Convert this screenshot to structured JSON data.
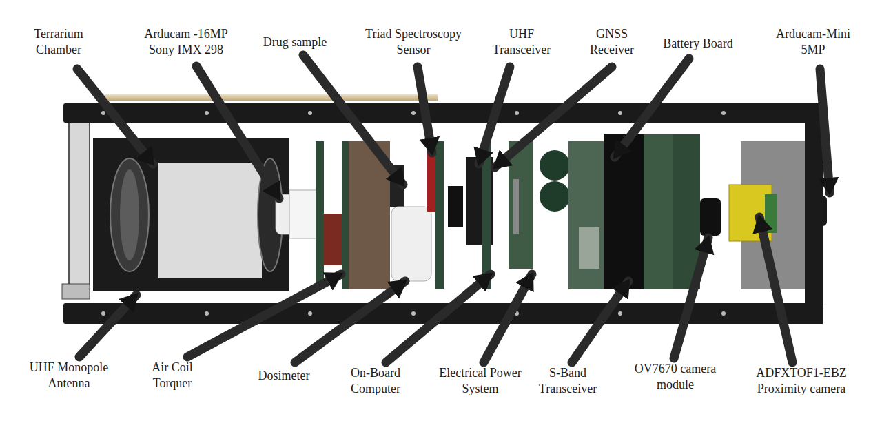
{
  "diagram": {
    "labels": [
      "Terrarium Chamber",
      "Arducam -16MP Sony IMX 298",
      "Drug sample",
      "Triad Spectroscopy Sensor",
      "UHF Transceiver",
      "GNSS Receiver",
      "Battery Board",
      "Arducam-Mini 5MP",
      "UHF Monopole Antenna",
      "Air Coil Torquer",
      "Dosimeter",
      "On-Board Computer",
      "Electrical Power System",
      "S-Band Transceiver",
      "OV7670 camera module",
      "ADFXTOF1-EBZ Proximity camera"
    ]
  }
}
